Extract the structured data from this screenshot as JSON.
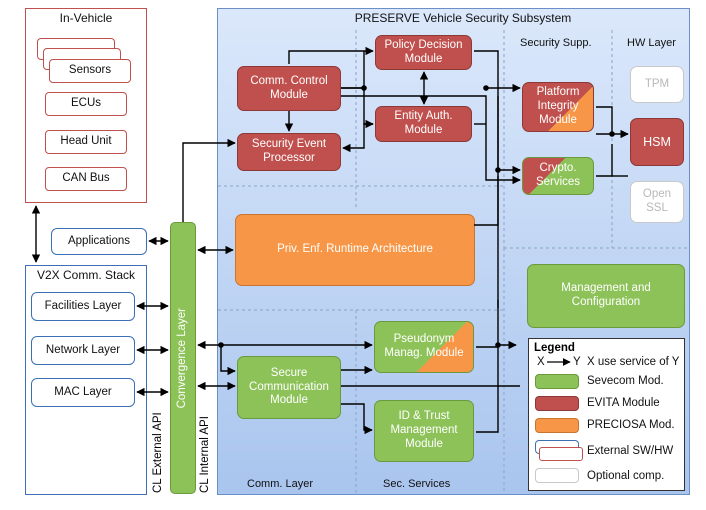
{
  "in_vehicle": {
    "title": "In-Vehicle",
    "items": [
      "Sensors",
      "ECUs",
      "Head Unit",
      "CAN Bus"
    ]
  },
  "applications": "Applications",
  "v2x": {
    "title": "V2X Comm. Stack",
    "layers": [
      "Facilities Layer",
      "Network Layer",
      "MAC Layer"
    ]
  },
  "cl_external": "CL External API",
  "cl_internal": "CL Internal API",
  "convergence": "Convergence Layer",
  "subsystem": {
    "title": "PRESERVE Vehicle Security Subsystem",
    "sections": {
      "security_support": "Security Supp.",
      "hw_layer": "HW Layer",
      "comm_layer": "Comm. Layer",
      "sec_services": "Sec. Services"
    },
    "modules": {
      "comm_control": "Comm. Control Module",
      "policy_decision": "Policy Decision Module",
      "entity_auth": "Entity Auth. Module",
      "security_event": "Security Event Processor",
      "platform_integrity": "Platform Integrity Module",
      "crypto_services": "Crypto. Services",
      "tpm": "TPM",
      "hsm": "HSM",
      "openssl": "Open SSL",
      "priv_enf": "Priv. Enf. Runtime Architecture",
      "management": "Management and Configuration",
      "pseudonym": "Pseudonym Manag. Module",
      "secure_comm": "Secure Communication Module",
      "id_trust": "ID & Trust Management Module"
    }
  },
  "legend": {
    "title": "Legend",
    "arrow_text": "X use service of Y",
    "arrow_x": "X",
    "arrow_y": "Y",
    "items": [
      "Sevecom Mod.",
      "EVITA Module",
      "PRECIOSA Mod.",
      "External SW/HW",
      "Optional comp."
    ]
  },
  "colors": {
    "evita": "#c0504d",
    "sevecom": "#8dc259",
    "preciosa": "#f79646",
    "external": "#3b6fb6"
  }
}
